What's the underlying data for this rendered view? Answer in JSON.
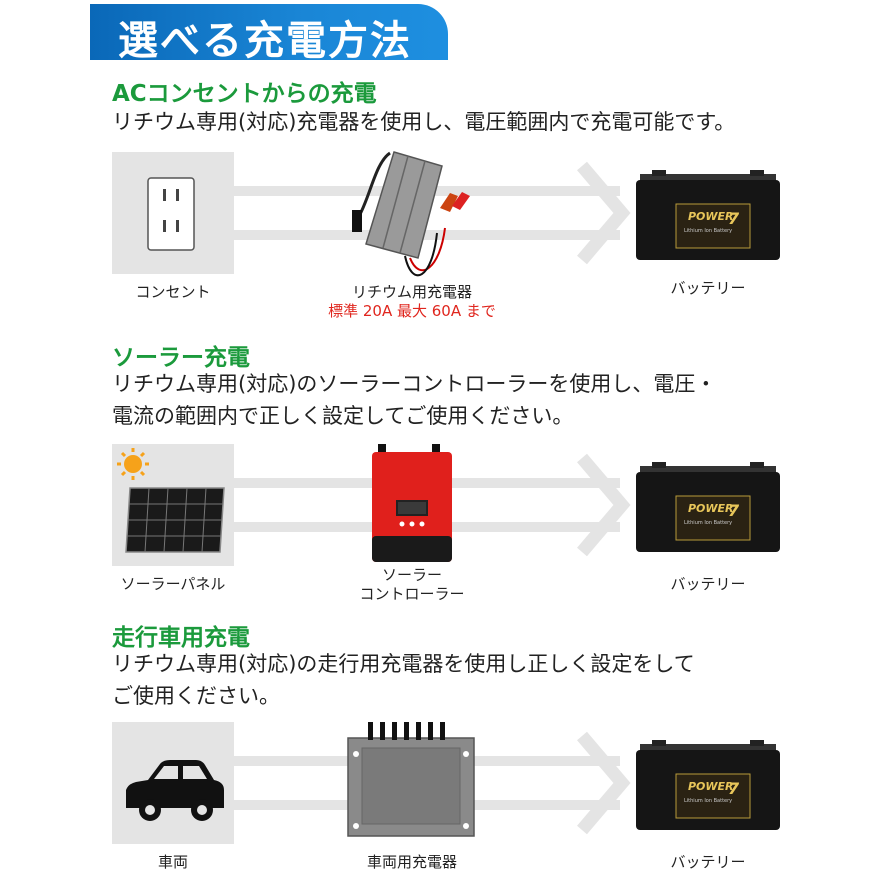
{
  "header": {
    "title": "選べる充電方法"
  },
  "sections": [
    {
      "title": "ACコンセントからの充電",
      "desc": [
        "リチウム専用(対応)充電器を使用し、電圧範囲内で充電可能です。"
      ],
      "source": {
        "label": "コンセント",
        "icon": "outlet-icon"
      },
      "device": {
        "label": "リチウム用充電器",
        "note": "標準 20A 最大 60A まで",
        "icon": "charger-icon"
      },
      "battery": {
        "label": "バッテリー",
        "icon": "battery-icon",
        "brand": "POWER",
        "brand_number": "7",
        "brand_sub": "Lithium Ion Battery"
      }
    },
    {
      "title": "ソーラー充電",
      "desc": [
        "リチウム専用(対応)のソーラーコントローラーを使用し、電圧・",
        "電流の範囲内で正しく設定してご使用ください。"
      ],
      "source": {
        "label": "ソーラーパネル",
        "icon": "solar-panel-icon"
      },
      "device": {
        "label": [
          "ソーラー",
          "コントローラー"
        ],
        "icon": "solar-controller-icon"
      },
      "battery": {
        "label": "バッテリー",
        "icon": "battery-icon",
        "brand": "POWER",
        "brand_number": "7",
        "brand_sub": "Lithium Ion Battery"
      }
    },
    {
      "title": "走行車用充電",
      "desc": [
        "リチウム専用(対応)の走行用充電器を使用し正しく設定をして",
        "ご使用ください。"
      ],
      "source": {
        "label": "車両",
        "icon": "car-icon"
      },
      "device": {
        "label": "車両用充電器",
        "icon": "vehicle-charger-icon"
      },
      "battery": {
        "label": "バッテリー",
        "icon": "battery-icon",
        "brand": "POWER",
        "brand_number": "7",
        "brand_sub": "Lithium Ion Battery"
      }
    }
  ],
  "colors": {
    "banner": "#1a86d6",
    "section_title": "#1b9a3c",
    "note": "#e0261e",
    "flow": "#e4e4e4",
    "box": "#e4e4e4"
  }
}
